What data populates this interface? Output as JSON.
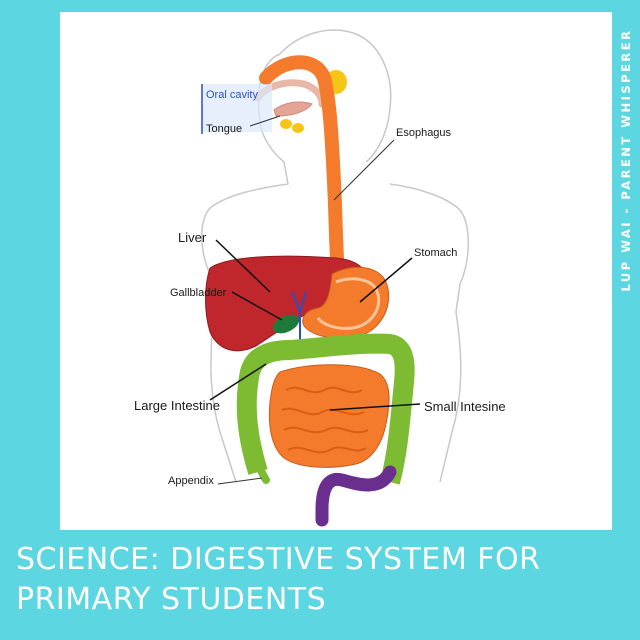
{
  "diagram": {
    "labels": {
      "oral_cavity": "Oral cavity",
      "tongue": "Tongue",
      "esophagus": "Esophagus",
      "liver": "Liver",
      "stomach": "Stomach",
      "gallbladder": "Gallbladder",
      "large_intestine": "Large Intestine",
      "small_intestine": "Small Intesine",
      "appendix": "Appendix"
    },
    "colors": {
      "esophagus_stomach": "#f47a2c",
      "liver": "#c0272d",
      "large_intestine": "#7dbb33",
      "small_intestine": "#f47a2c",
      "rectum": "#6a2e8f",
      "gallbladder": "#1e7a3a",
      "salivary": "#f7c515"
    }
  },
  "side_caption": "LUP WAI - PARENT WHISPERER",
  "title": {
    "line1": "SCIENCE: DIGESTIVE SYSTEM FOR",
    "line2": "PRIMARY STUDENTS"
  },
  "theme": {
    "background": "#5cd6e0",
    "panel": "#ffffff"
  }
}
